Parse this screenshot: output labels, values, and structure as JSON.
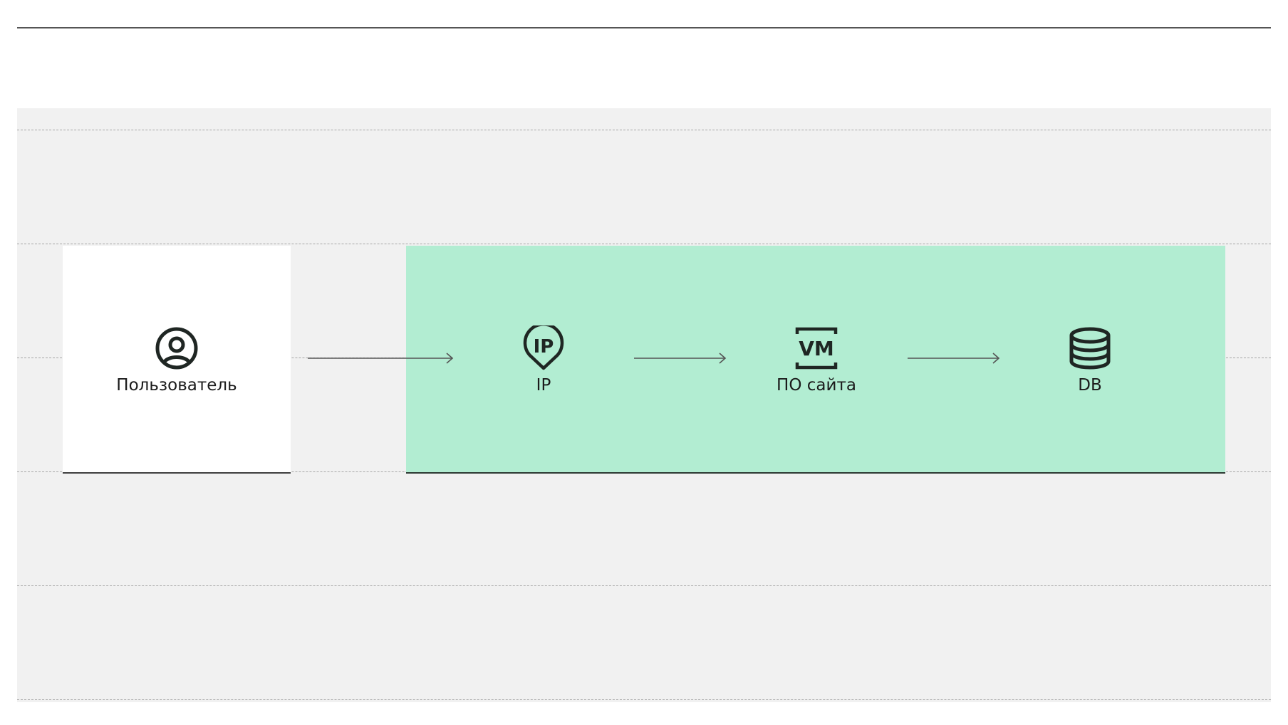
{
  "diagram": {
    "nodes": {
      "user": {
        "label": "Пользователь",
        "icon": "user-circle-icon"
      },
      "ip": {
        "label": "IP",
        "icon": "ip-pin-icon"
      },
      "site_software": {
        "label": "ПО сайта",
        "icon": "vm-icon"
      },
      "db": {
        "label": "DB",
        "icon": "database-icon"
      }
    },
    "edges": [
      {
        "from": "Пользователь",
        "to": "IP"
      },
      {
        "from": "IP",
        "to": "ПО сайта"
      },
      {
        "from": "ПО сайта",
        "to": "DB"
      }
    ],
    "colors": {
      "background": "#f1f1f1",
      "zone_fill": "#b2edd2",
      "user_box_fill": "#ffffff",
      "icon_stroke": "#1f2623",
      "arrow": "#555555"
    }
  }
}
